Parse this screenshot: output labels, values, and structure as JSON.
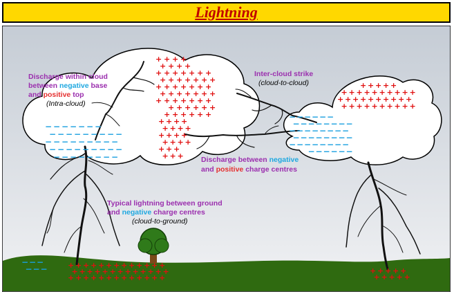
{
  "title": "Lightning",
  "colors": {
    "title_bg": "#ffd800",
    "title_text": "#c00000",
    "label_purple": "#9b2fae",
    "label_blue": "#1fa8e0",
    "label_red": "#e53030",
    "positive_charge": "#e01010",
    "negative_charge": "#1a9fe0",
    "ground": "#2f6a10",
    "cloud": "#ffffff",
    "sky_top": "#c7cdd6",
    "sky_bottom": "#eef0f3"
  },
  "symbols": {
    "positive": "+",
    "negative": "−"
  },
  "labels": {
    "intra_cloud": {
      "line1": "Discharge within cloud",
      "line2_a": "between ",
      "line2_b": "negative",
      "line2_c": " base",
      "line3_a": "and ",
      "line3_b": "positive",
      "line3_c": " top",
      "line4": "(Intra-cloud)"
    },
    "inter_cloud": {
      "line1": "Inter-cloud strike",
      "line2": "(cloud-to-cloud)"
    },
    "charge_centres": {
      "line1_a": "Discharge between ",
      "line1_b": "negative",
      "line2_a": "and ",
      "line2_b": "positive",
      "line2_c": " charge centres"
    },
    "cloud_to_ground": {
      "line1": "Typical lightning between ground",
      "line2_a": "and ",
      "line2_b": "negative",
      "line2_c": " charge centres",
      "line3": "(cloud-to-ground)"
    }
  }
}
